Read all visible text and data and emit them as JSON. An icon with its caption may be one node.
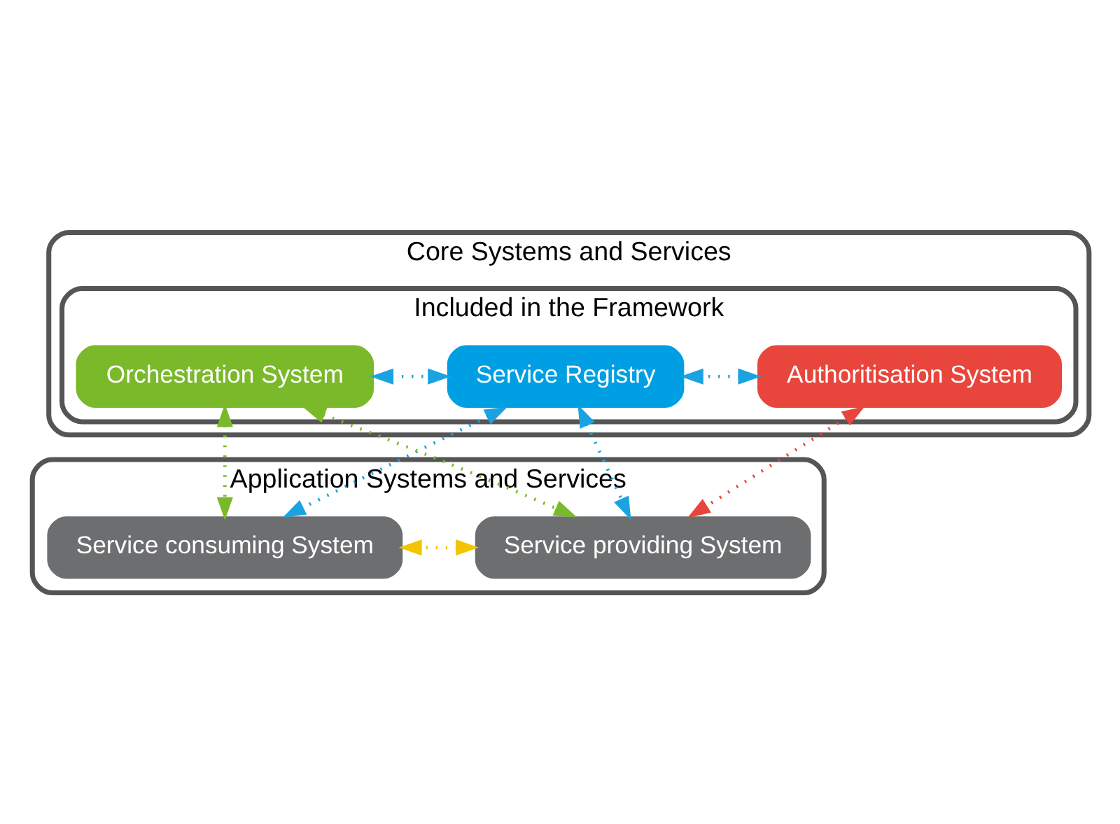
{
  "diagram": {
    "nodes": [
      {
        "text": [
          "Core Systems and Services"
        ]
      },
      {
        "text": [
          "Included in the Framework"
        ],
        "in": 0
      },
      {
        "text": [
          "Authoritisation System"
        ],
        "in": 1
      },
      {
        "text": [
          "Service Registry"
        ],
        "in": 1
      },
      {
        "text": [
          "Orchestration System"
        ],
        "in": 1
      },
      {
        "text": [
          "Application Systems and Services"
        ]
      },
      {
        "text": [
          "Service providing System"
        ],
        "in": 5
      },
      {
        "text": [
          "Service consuming System"
        ],
        "in": 5
      }
    ],
    "edges": [
      {
        "from": 2,
        "to": 3,
        "arrow": "both"
      },
      {
        "from": 4,
        "to": 3,
        "arrow": "both"
      },
      {
        "from": 3,
        "to": 6,
        "arrow": "both"
      },
      {
        "from": 3,
        "to": 7,
        "arrow": "both"
      },
      {
        "from": 2,
        "to": 6,
        "arrow": "both",
        "color": "#e8453c"
      },
      {
        "from": 4,
        "to": 6,
        "arrow": "both",
        "color": "#7ab929"
      },
      {
        "from": 4,
        "to": 7,
        "arrow": "both",
        "color": "#7ab929"
      },
      {
        "from": 6,
        "to": 7,
        "arrow": "both",
        "color": "#f2c500"
      }
    ]
  }
}
